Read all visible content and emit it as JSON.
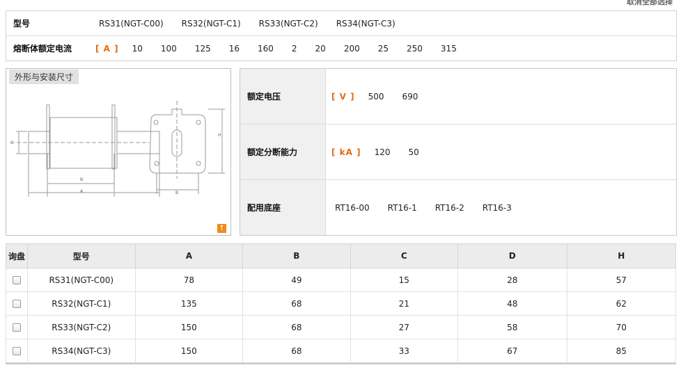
{
  "header": {
    "clear_all": "取消全部选择"
  },
  "filters": {
    "model": {
      "label": "型号",
      "options": [
        "RS31(NGT-C00)",
        "RS32(NGT-C1)",
        "RS33(NGT-C2)",
        "RS34(NGT-C3)"
      ]
    },
    "current": {
      "label": "熔断体额定电流",
      "unit": "[ A ]",
      "options": [
        "10",
        "100",
        "125",
        "16",
        "160",
        "2",
        "20",
        "200",
        "25",
        "250",
        "315"
      ]
    }
  },
  "drawing": {
    "tab_label": "外形与安装尺寸",
    "dim_labels": {
      "c": "C",
      "b": "B",
      "a": "A",
      "h": "H",
      "b2": "B"
    },
    "expand_icon": "up-arrow-icon"
  },
  "specs": {
    "voltage": {
      "label": "额定电压",
      "unit": "[ V ]",
      "values": [
        "500",
        "690"
      ]
    },
    "breaking": {
      "label": "额定分断能力",
      "unit": "[ kA ]",
      "values": [
        "120",
        "50"
      ]
    },
    "base": {
      "label": "配用底座",
      "values": [
        "RT16-00",
        "RT16-1",
        "RT16-2",
        "RT16-3"
      ]
    }
  },
  "table": {
    "headers": [
      "询盘",
      "型号",
      "A",
      "B",
      "C",
      "D",
      "H"
    ],
    "rows": [
      {
        "model": "RS31(NGT-C00)",
        "a": "78",
        "b": "49",
        "c": "15",
        "d": "28",
        "h": "57"
      },
      {
        "model": "RS32(NGT-C1)",
        "a": "135",
        "b": "68",
        "c": "21",
        "d": "48",
        "h": "62"
      },
      {
        "model": "RS33(NGT-C2)",
        "a": "150",
        "b": "68",
        "c": "27",
        "d": "58",
        "h": "70"
      },
      {
        "model": "RS34(NGT-C3)",
        "a": "150",
        "b": "68",
        "c": "33",
        "d": "67",
        "h": "85"
      }
    ]
  }
}
